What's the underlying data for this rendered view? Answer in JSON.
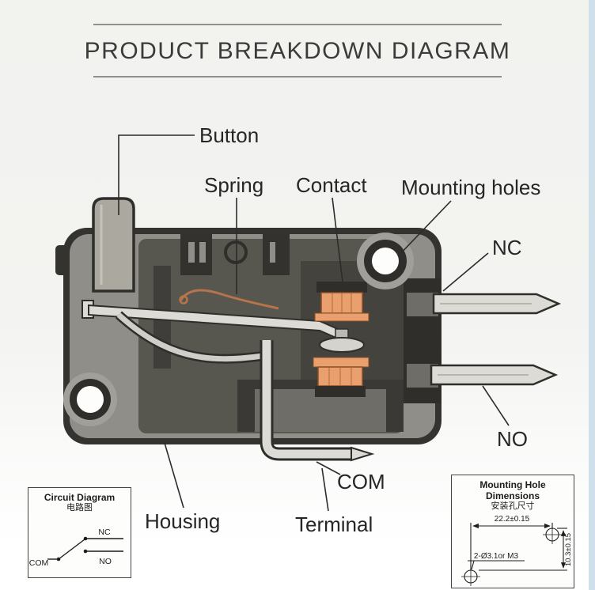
{
  "page": {
    "title": "PRODUCT BREAKDOWN DIAGRAM"
  },
  "part_labels": {
    "button": "Button",
    "spring": "Spring",
    "contact": "Contact",
    "mounting_holes": "Mounting holes",
    "nc": "NC",
    "no": "NO",
    "com": "COM",
    "housing": "Housing",
    "terminal": "Terminal"
  },
  "circuit_box": {
    "title": "Circuit Diagram",
    "subtitle": "电路图",
    "labels": {
      "com": "COM",
      "nc": "NC",
      "no": "NO"
    }
  },
  "mounting_box": {
    "title": "Mounting Hole Dimensions",
    "subtitle": "安装孔尺寸",
    "width_dim": "22.2±0.15",
    "hole_spec": "2-Ø3.1or M3",
    "height_dim": "10.3±0.15"
  },
  "colors": {
    "background": "#f3f3f0",
    "outline_dark": "#33322f",
    "body_gray": "#8f8e88",
    "contact_orange": "#ea9f6e",
    "edge_strip": "#cfe0eb"
  }
}
